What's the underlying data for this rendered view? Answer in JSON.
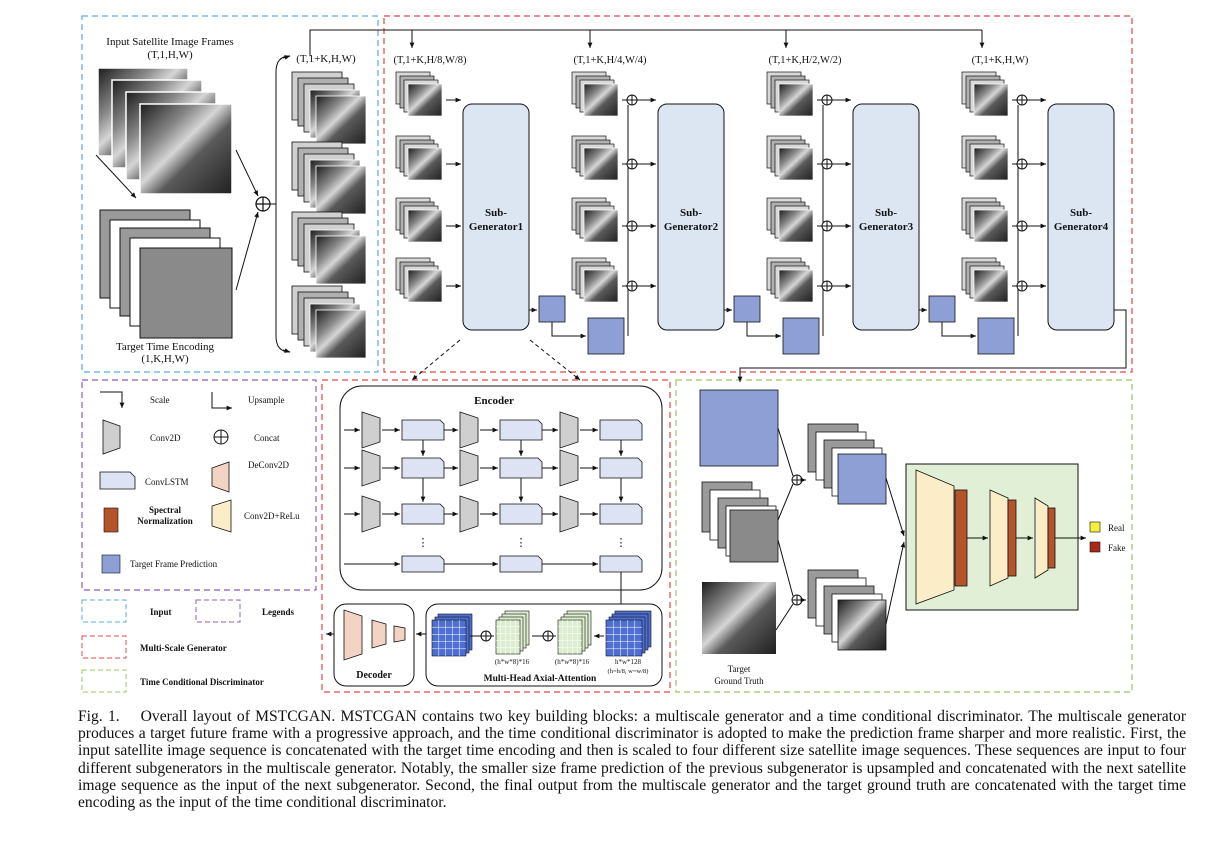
{
  "input": {
    "title_line1": "Input Satellite Image Frames",
    "title_line2": "(T,1,H,W)",
    "encoding_line1": "Target Time Encoding",
    "encoding_line2": "(1,K,H,W)",
    "stack_label": "(T,1+K,H,W)"
  },
  "generator": {
    "scale_labels": [
      "(T,1+K,H/8,W/8)",
      "(T,1+K,H/4,W/4)",
      "(T,1+K,H/2,W/2)",
      "(T,1+K,H,W)"
    ],
    "subgenerators": [
      {
        "line1": "Sub-",
        "line2": "Generator1"
      },
      {
        "line1": "Sub-",
        "line2": "Generator2"
      },
      {
        "line1": "Sub-",
        "line2": "Generator3"
      },
      {
        "line1": "Sub-",
        "line2": "Generator4"
      }
    ]
  },
  "legends": {
    "scale": "Scale",
    "upsample": "Upsample",
    "conv2d": "Conv2D",
    "concat": "Concat",
    "convlstm": "ConvLSTM",
    "deconv2d": "DeConv2D",
    "spectral_line1": "Spectral",
    "spectral_line2": "Normalization",
    "conv_relu": "Conv2D+ReLu",
    "target_pred": "Target Frame Prediction"
  },
  "key": {
    "input": "Input",
    "legends": "Legends",
    "generator": "Multi-Scale Generator",
    "discriminator": "Time Conditional Discriminator"
  },
  "encoder": {
    "title": "Encoder",
    "ellipsis": "⋮",
    "decoder": "Decoder",
    "attention_title": "Multi-Head Axial-Attention",
    "dim1": "(h*w*8)*16",
    "dim2": "(h*w*8)*16",
    "dim3_line1": "h*w*128",
    "dim3_line2": "(h=h/8, w=w/8)"
  },
  "discriminator": {
    "gt_line1": "Target",
    "gt_line2": "Ground Truth",
    "real": "Real",
    "fake": "Fake"
  },
  "colors": {
    "input_border": "#5aaee0",
    "generator_border": "#e04848",
    "legend_border": "#8c5cc0",
    "discriminator_border": "#9ac860",
    "subgen_fill": "#dbe6f2",
    "pred_fill": "#8e9fd6",
    "convlstm_fill": "#dde3f3",
    "spectral": "#b5532a",
    "deconv": "#f3d4c4",
    "conv_relu": "#fbedc8",
    "disc_panel": "#e0efd6",
    "real": "#f7ef3e",
    "fake": "#a8281c"
  },
  "caption": {
    "label": "Fig. 1.",
    "text": "Overall layout of MSTCGAN. MSTCGAN contains two key building blocks: a multiscale generator and a time conditional discriminator. The multiscale generator produces a target future frame with a progressive approach, and the time conditional discriminator is adopted to make the prediction frame sharper and more realistic. First, the input satellite image sequence is concatenated with the target time encoding and then is scaled to four different size satellite image sequences. These sequences are input to four different subgenerators in the multiscale generator. Notably, the smaller size frame prediction of the previous subgenerator is upsampled and concatenated with the next satellite image sequence as the input of the next subgenerator. Second, the final output from the multiscale generator and the target ground truth are concatenated with the target time encoding as the input of the time conditional discriminator."
  }
}
